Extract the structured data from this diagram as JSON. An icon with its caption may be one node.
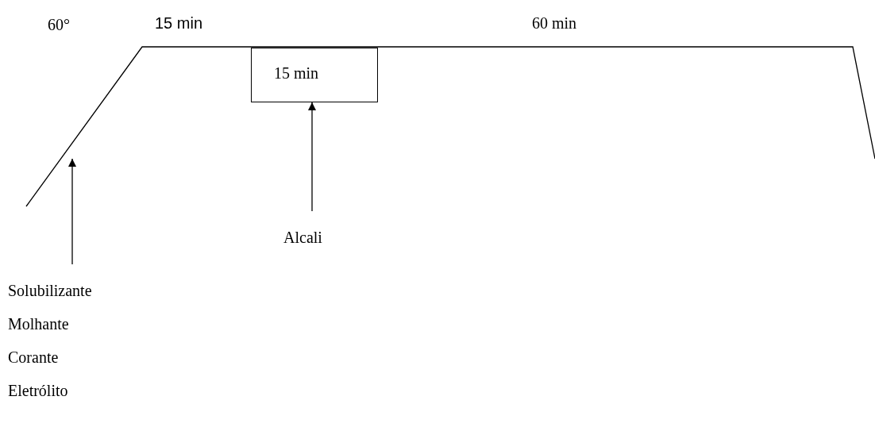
{
  "diagram": {
    "nodes": [
      {
        "text": [
          "15 min"
        ]
      },
      {
        "text": [
          "Alcali"
        ]
      },
      {
        "text": [
          "Solubilizante",
          "Molhante",
          "Corante",
          "Eletrólito"
        ]
      }
    ],
    "edges": [
      {
        "from": 1,
        "to": 0,
        "arrow": "to"
      },
      {
        "from": 2,
        "to": null,
        "arrow": "to"
      }
    ],
    "labels": [
      "60°",
      "15 min",
      "60 min"
    ]
  }
}
